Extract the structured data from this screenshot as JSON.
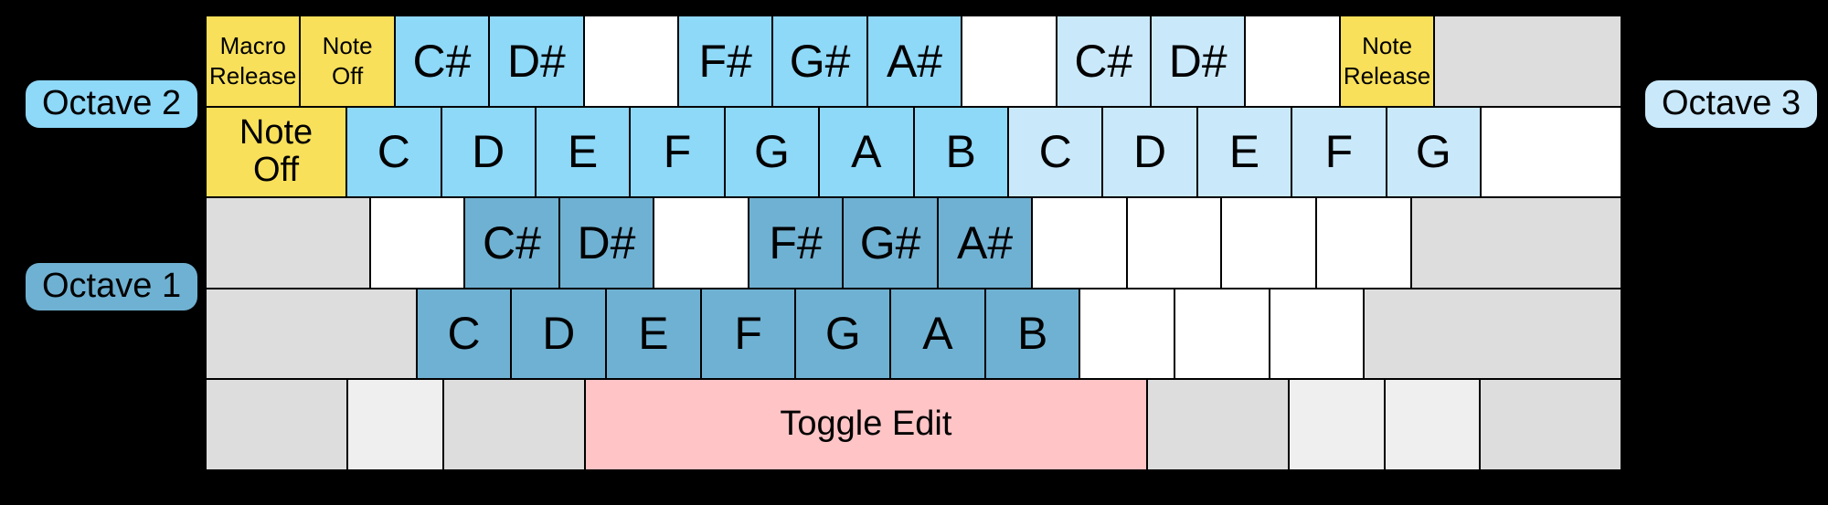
{
  "colors": {
    "background": "#000000",
    "key_border": "#000000",
    "text": "#000000",
    "yellow": "#F8E05A",
    "octave1": "#6FB1D2",
    "octave2": "#8ED8F8",
    "octave3": "#C9E9FB",
    "white": "#FFFFFF",
    "gray": "#DDDDDD",
    "lightgray": "#EFEFEF",
    "pink": "#FFC4C6"
  },
  "legend": {
    "octave1": "Octave 1",
    "octave2": "Octave 2",
    "octave3": "Octave 3"
  },
  "keyboard": {
    "rows": [
      {
        "keys": [
          {
            "label": "Macro\nRelease",
            "color": "yellow",
            "w": 1,
            "size": "sm"
          },
          {
            "label": "Note\nOff",
            "color": "yellow",
            "w": 1,
            "size": "sm"
          },
          {
            "label": "C#",
            "color": "octave2",
            "w": 1
          },
          {
            "label": "D#",
            "color": "octave2",
            "w": 1
          },
          {
            "label": "",
            "color": "white",
            "w": 1
          },
          {
            "label": "F#",
            "color": "octave2",
            "w": 1
          },
          {
            "label": "G#",
            "color": "octave2",
            "w": 1
          },
          {
            "label": "A#",
            "color": "octave2",
            "w": 1
          },
          {
            "label": "",
            "color": "white",
            "w": 1
          },
          {
            "label": "C#",
            "color": "octave3",
            "w": 1
          },
          {
            "label": "D#",
            "color": "octave3",
            "w": 1
          },
          {
            "label": "",
            "color": "white",
            "w": 1
          },
          {
            "label": "Note\nRelease",
            "color": "yellow",
            "w": 1,
            "size": "sm"
          },
          {
            "label": "",
            "color": "gray",
            "w": 2
          }
        ]
      },
      {
        "keys": [
          {
            "label": "Note\nOff",
            "color": "yellow",
            "w": 1.5,
            "size": "md"
          },
          {
            "label": "C",
            "color": "octave2",
            "w": 1
          },
          {
            "label": "D",
            "color": "octave2",
            "w": 1
          },
          {
            "label": "E",
            "color": "octave2",
            "w": 1
          },
          {
            "label": "F",
            "color": "octave2",
            "w": 1
          },
          {
            "label": "G",
            "color": "octave2",
            "w": 1
          },
          {
            "label": "A",
            "color": "octave2",
            "w": 1
          },
          {
            "label": "B",
            "color": "octave2",
            "w": 1
          },
          {
            "label": "C",
            "color": "octave3",
            "w": 1
          },
          {
            "label": "D",
            "color": "octave3",
            "w": 1
          },
          {
            "label": "E",
            "color": "octave3",
            "w": 1
          },
          {
            "label": "F",
            "color": "octave3",
            "w": 1
          },
          {
            "label": "G",
            "color": "octave3",
            "w": 1
          },
          {
            "label": "",
            "color": "white",
            "w": 1.5
          }
        ]
      },
      {
        "keys": [
          {
            "label": "",
            "color": "gray",
            "w": 1.75
          },
          {
            "label": "",
            "color": "white",
            "w": 1
          },
          {
            "label": "C#",
            "color": "octave1",
            "w": 1
          },
          {
            "label": "D#",
            "color": "octave1",
            "w": 1
          },
          {
            "label": "",
            "color": "white",
            "w": 1
          },
          {
            "label": "F#",
            "color": "octave1",
            "w": 1
          },
          {
            "label": "G#",
            "color": "octave1",
            "w": 1
          },
          {
            "label": "A#",
            "color": "octave1",
            "w": 1
          },
          {
            "label": "",
            "color": "white",
            "w": 1
          },
          {
            "label": "",
            "color": "white",
            "w": 1
          },
          {
            "label": "",
            "color": "white",
            "w": 1
          },
          {
            "label": "",
            "color": "white",
            "w": 1
          },
          {
            "label": "",
            "color": "gray",
            "w": 2.25
          }
        ]
      },
      {
        "keys": [
          {
            "label": "",
            "color": "gray",
            "w": 2.25
          },
          {
            "label": "C",
            "color": "octave1",
            "w": 1
          },
          {
            "label": "D",
            "color": "octave1",
            "w": 1
          },
          {
            "label": "E",
            "color": "octave1",
            "w": 1
          },
          {
            "label": "F",
            "color": "octave1",
            "w": 1
          },
          {
            "label": "G",
            "color": "octave1",
            "w": 1
          },
          {
            "label": "A",
            "color": "octave1",
            "w": 1
          },
          {
            "label": "B",
            "color": "octave1",
            "w": 1
          },
          {
            "label": "",
            "color": "white",
            "w": 1
          },
          {
            "label": "",
            "color": "white",
            "w": 1
          },
          {
            "label": "",
            "color": "white",
            "w": 1
          },
          {
            "label": "",
            "color": "gray",
            "w": 2.75
          }
        ]
      },
      {
        "keys": [
          {
            "label": "",
            "color": "gray",
            "w": 1.5
          },
          {
            "label": "",
            "color": "lightgray",
            "w": 1
          },
          {
            "label": "",
            "color": "gray",
            "w": 1.5
          },
          {
            "label": "Toggle Edit",
            "color": "pink",
            "w": 6,
            "size": "md"
          },
          {
            "label": "",
            "color": "gray",
            "w": 1.5
          },
          {
            "label": "",
            "color": "lightgray",
            "w": 1
          },
          {
            "label": "",
            "color": "lightgray",
            "w": 1
          },
          {
            "label": "",
            "color": "gray",
            "w": 1.5
          }
        ]
      }
    ]
  }
}
